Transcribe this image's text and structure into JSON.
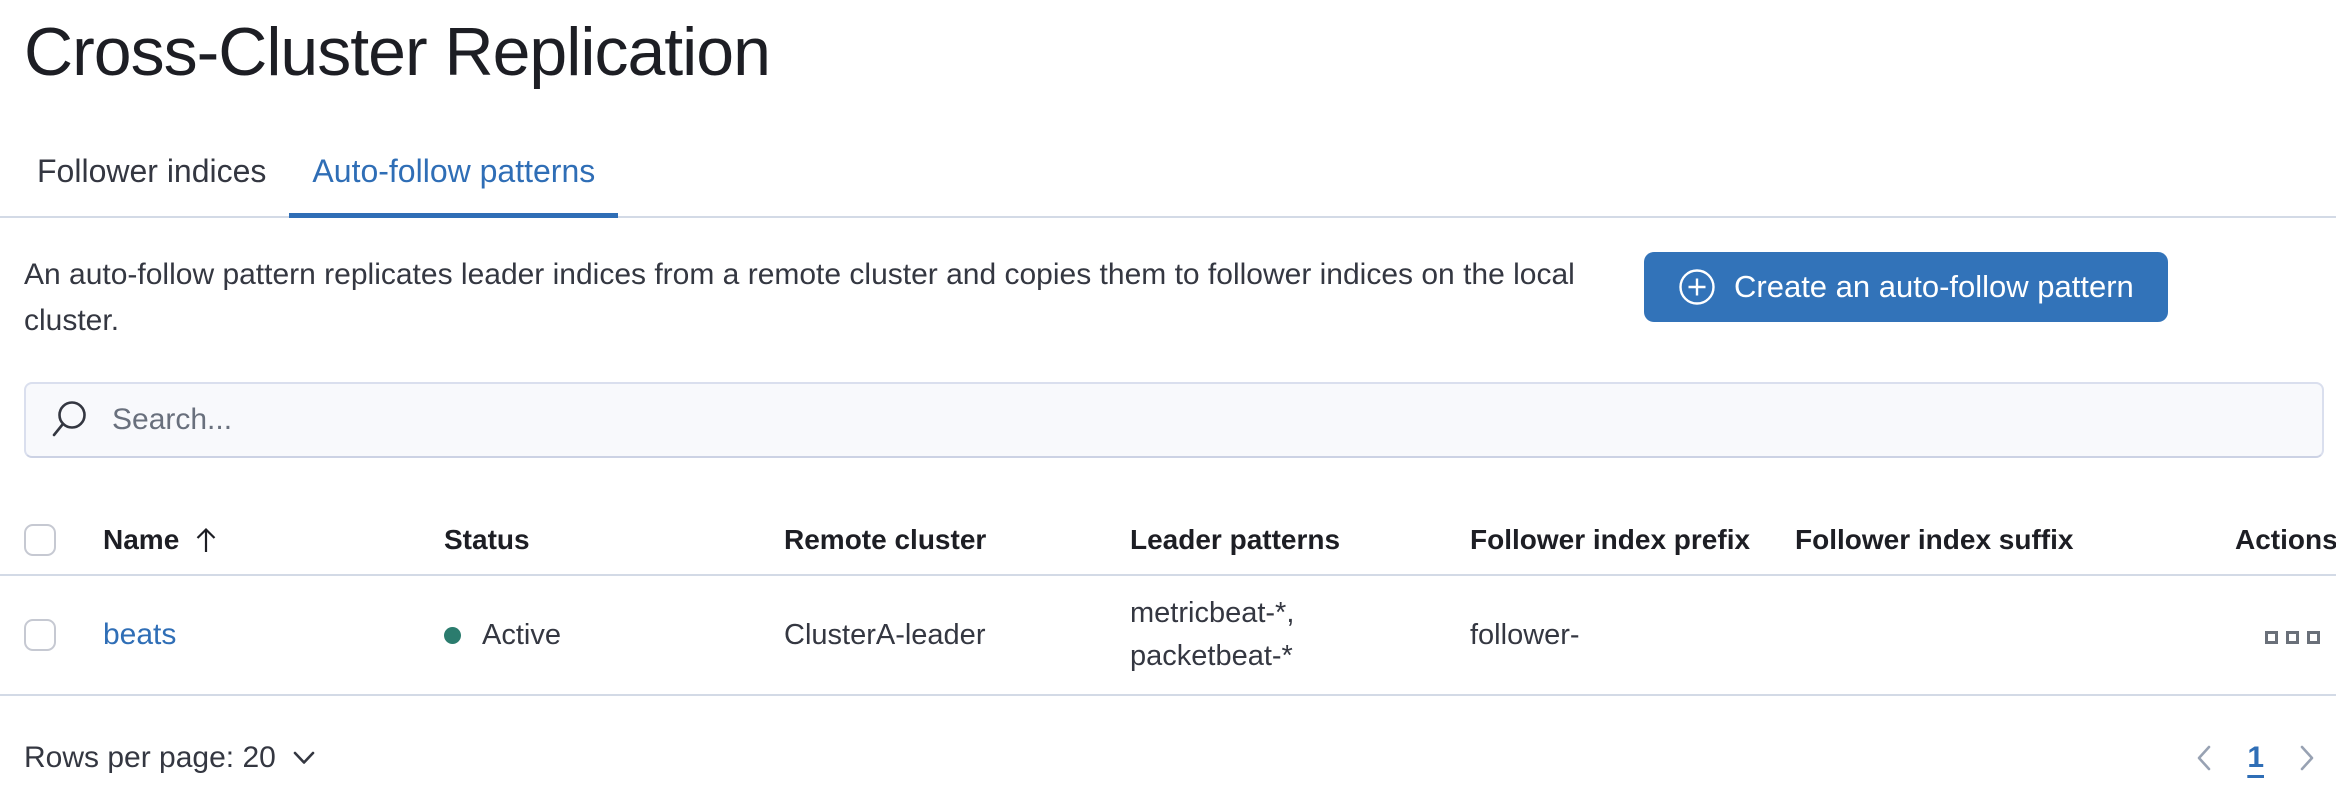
{
  "page": {
    "title": "Cross-Cluster Replication"
  },
  "tabs": [
    {
      "label": "Follower indices",
      "active": false
    },
    {
      "label": "Auto-follow patterns",
      "active": true
    }
  ],
  "description": "An auto-follow pattern replicates leader indices from a remote cluster and copies them to follower indices on the local cluster.",
  "create_button": {
    "label": "Create an auto-follow pattern",
    "icon": "plus-in-circle-icon"
  },
  "search": {
    "placeholder": "Search...",
    "value": "",
    "icon": "search-icon"
  },
  "table": {
    "columns": [
      "Name",
      "Status",
      "Remote cluster",
      "Leader patterns",
      "Follower index prefix",
      "Follower index suffix",
      "Actions"
    ],
    "sort": {
      "column": "Name",
      "direction": "ascending",
      "icon": "sort-ascending-icon"
    },
    "rows": [
      {
        "name": "beats",
        "status": "Active",
        "status_color": "#2b7c6e",
        "remote_cluster": "ClusterA-leader",
        "leader_patterns": [
          "metricbeat-*,",
          "packetbeat-*"
        ],
        "follower_index_prefix": "follower-",
        "follower_index_suffix": "",
        "actions_icon": "boxes-horizontal-icon"
      }
    ]
  },
  "footer": {
    "rows_per_page": {
      "label": "Rows per page: 20",
      "icon": "chevron-down-icon"
    },
    "pagination": {
      "prev_icon": "chevron-left-icon",
      "current_page": "1",
      "next_icon": "chevron-right-icon"
    }
  },
  "colors": {
    "primary_blue": "#2f6eb6",
    "button_blue": "#3273b9",
    "divider": "#d3dae6",
    "status_active": "#2b7c6e",
    "text_dark": "#1d1e24",
    "text_body": "#343741",
    "text_muted": "#69707d",
    "pagination_chevron": "#98a2b3"
  }
}
